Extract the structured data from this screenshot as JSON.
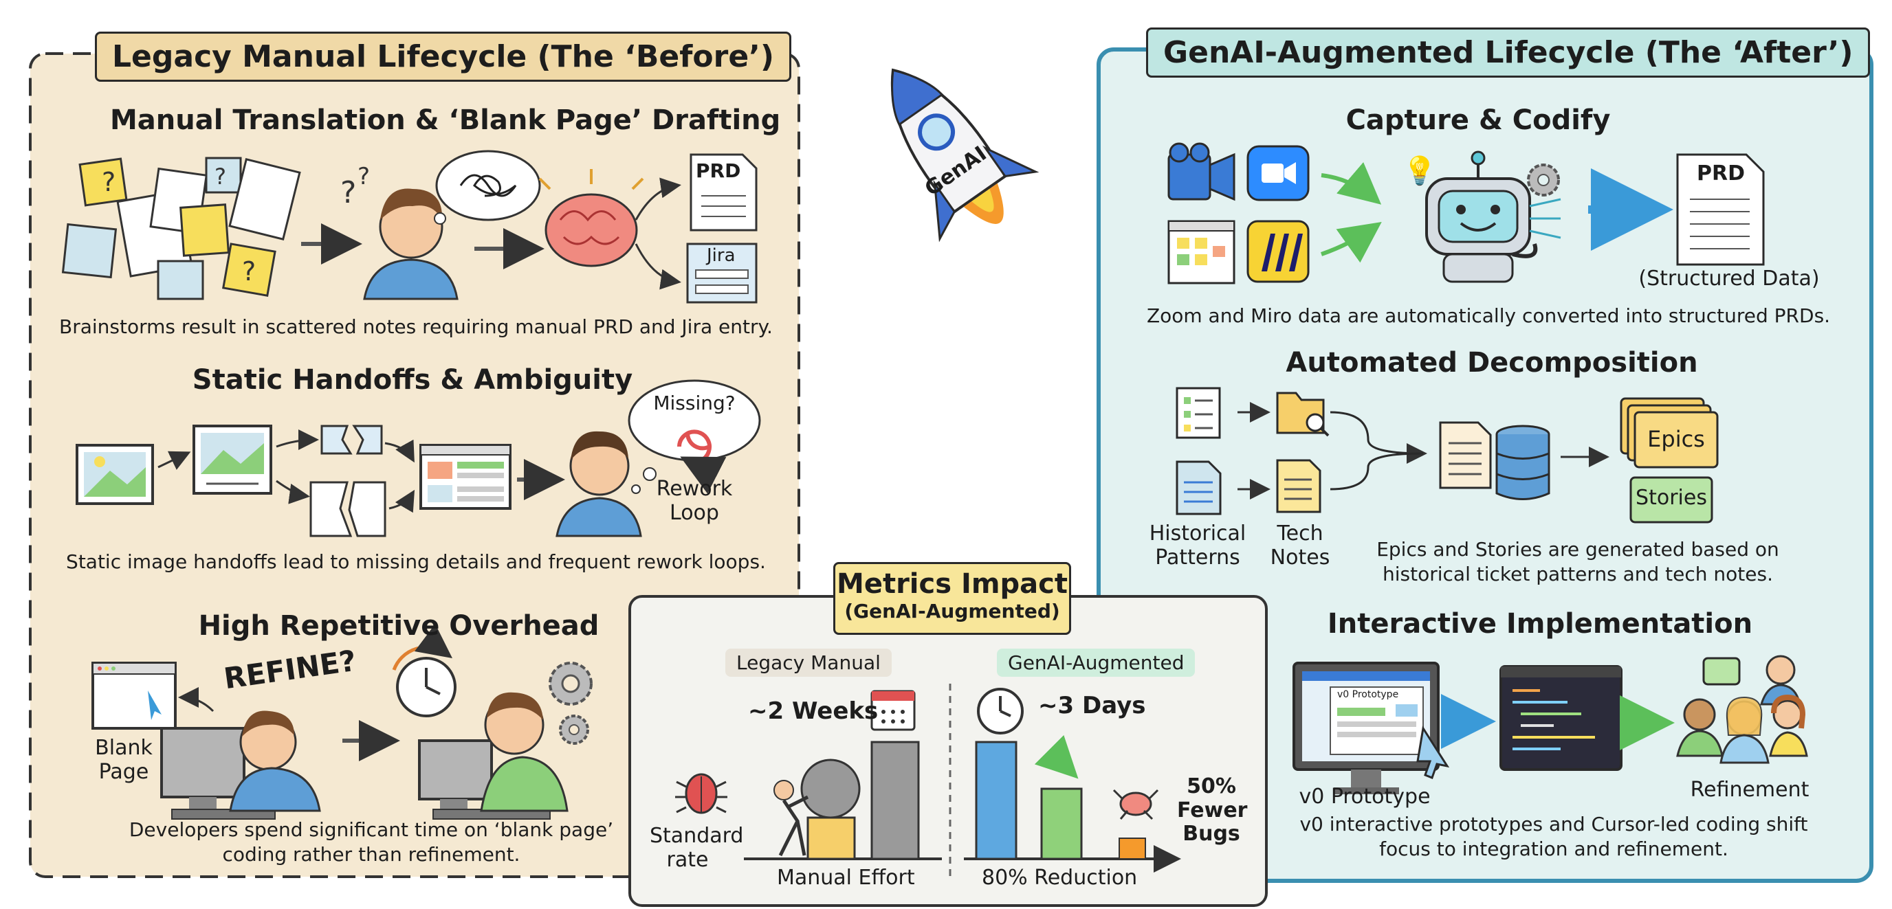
{
  "colors": {
    "before_bg": "#f5e9d2",
    "before_title_bg": "#f0d9a7",
    "after_bg": "#e3f2f1",
    "after_border": "#3a8fb0",
    "after_title_bg": "#bfe6e2",
    "metrics_bg": "#f3f3ef",
    "metrics_title_bg": "#f8e69a",
    "legacy_tag_bg": "#e9e4da",
    "genai_tag_bg": "#cfeedd",
    "bar_gray": "#9a9a9a",
    "bar_blue": "#5ea8e0",
    "bar_green": "#8fd17a"
  },
  "rocket": {
    "label": "GenAI"
  },
  "before": {
    "title": "Legacy Manual Lifecycle (The ‘Before’)",
    "section1": {
      "title": "Manual Translation & ‘Blank Page’ Drafting",
      "doc1": "PRD",
      "doc2": "Jira",
      "caption": "Brainstorms result in scattered notes requiring manual PRD and Jira entry."
    },
    "section2": {
      "title": "Static Handoffs & Ambiguity",
      "bubble": "Missing?",
      "loop_label": "Rework Loop",
      "caption": "Static image handoffs lead to missing details and frequent rework loops."
    },
    "section3": {
      "title": "High Repetitive Overhead",
      "refine": "REFINE?",
      "blank_page": "Blank Page",
      "caption": "Developers spend significant time on ‘blank page’ coding rather than refinement."
    }
  },
  "metrics": {
    "title": "Metrics Impact",
    "subtitle": "(GenAI-Augmented)",
    "legacy_tag": "Legacy Manual",
    "genai_tag": "GenAI-Augmented",
    "legacy_time": "~2 Weeks",
    "genai_time": "~3 Days",
    "bug_label": "Standard rate",
    "legacy_axis": "Manual Effort",
    "genai_axis": "80% Reduction",
    "fewer_bugs": "50% Fewer Bugs"
  },
  "after": {
    "title": "GenAI-Augmented Lifecycle (The ‘After’)",
    "section1": {
      "title": "Capture & Codify",
      "doc": "PRD",
      "structured": "(Structured Data)",
      "caption": "Zoom and Miro data are automatically converted into structured PRDs."
    },
    "section2": {
      "title": "Automated Decomposition",
      "historical": "Historical Patterns",
      "tech": "Tech Notes",
      "epics": "Epics",
      "stories": "Stories",
      "caption": "Epics and Stories are generated based on historical ticket patterns and tech notes."
    },
    "section3": {
      "title": "Interactive Implementation",
      "proto_screen": "v0 Prototype",
      "proto_label": "v0 Prototype",
      "refinement": "Refinement",
      "caption": "v0 interactive prototypes and Cursor-led coding shift focus to integration and refinement."
    }
  }
}
